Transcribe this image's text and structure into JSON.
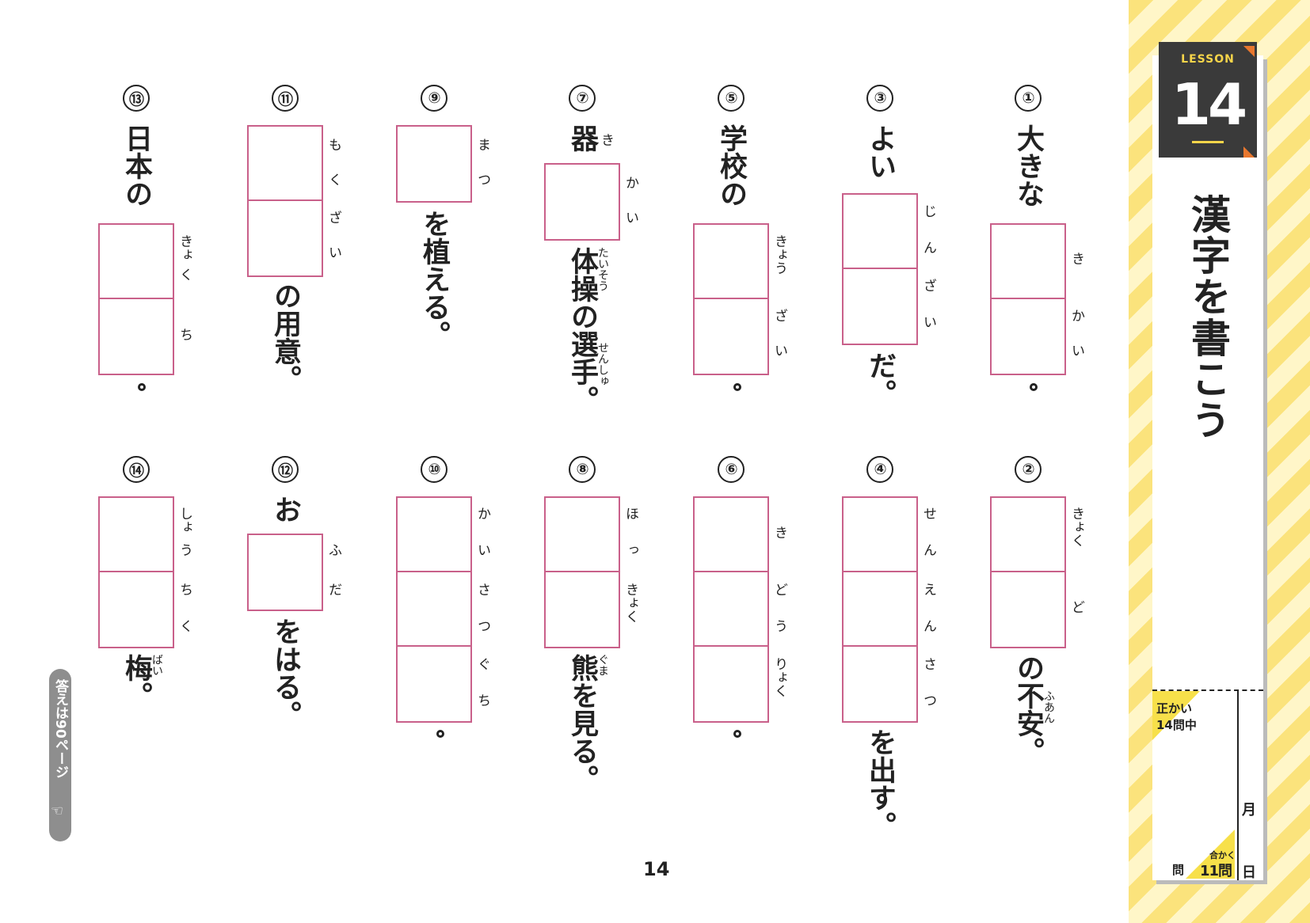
{
  "lesson": {
    "label": "LESSON",
    "number": "14"
  },
  "title": "漢字を書こう",
  "score": {
    "correct_label1": "正かい",
    "correct_label2": "14問中",
    "question_unit": "問",
    "pass_label": "合かく",
    "pass_value": "11問",
    "month": "月",
    "day": "日"
  },
  "answer_note": "答えは90ページ",
  "page_number": "14",
  "colors": {
    "box": "#c9608a",
    "stripe_yellow": "#fbe37c",
    "dark": "#3a3a3a",
    "accent": "#e8772e"
  },
  "questions": [
    {
      "num": "①",
      "pre": "大きな",
      "reading": [
        "き",
        "か",
        "い"
      ],
      "post": "。"
    },
    {
      "num": "②",
      "pre": "",
      "reading": [
        "きょく",
        "ど"
      ],
      "post": "の不安。",
      "post_furi": "ふあん"
    },
    {
      "num": "③",
      "pre": "よい",
      "reading": [
        "じ",
        "ん",
        "ざ",
        "い"
      ],
      "post": "だ。"
    },
    {
      "num": "④",
      "pre": "",
      "reading": [
        "せ",
        "ん",
        "え",
        "ん",
        "さ",
        "つ"
      ],
      "post": "を出す。"
    },
    {
      "num": "⑤",
      "pre": "学校の",
      "reading": [
        "きょう",
        "ざ",
        "い"
      ],
      "post": "。"
    },
    {
      "num": "⑥",
      "pre": "",
      "reading": [
        "き",
        "ど",
        "う",
        "りょく"
      ],
      "post": "。"
    },
    {
      "num": "⑦",
      "pre": "器",
      "pre_furi": "き",
      "reading": [
        "か",
        "い"
      ],
      "post": "体操の選手。",
      "post_furi1": "たいそう",
      "post_furi2": "せんしゅ"
    },
    {
      "num": "⑧",
      "pre": "",
      "reading": [
        "ほ",
        "っ",
        "きょく"
      ],
      "post": "熊を見る。",
      "post_furi": "ぐま"
    },
    {
      "num": "⑨",
      "pre": "",
      "reading": [
        "ま",
        "つ"
      ],
      "post": "を植える。"
    },
    {
      "num": "⑩",
      "pre": "",
      "reading": [
        "か",
        "い",
        "さ",
        "つ",
        "ぐ",
        "ち"
      ],
      "post": "。"
    },
    {
      "num": "⑪",
      "pre": "",
      "reading": [
        "も",
        "く",
        "ざ",
        "い"
      ],
      "post": "の用意。"
    },
    {
      "num": "⑫",
      "pre": "お",
      "reading": [
        "ふ",
        "だ"
      ],
      "post": "をはる。"
    },
    {
      "num": "⑬",
      "pre": "日本の",
      "reading": [
        "きょ",
        "く",
        "ち"
      ],
      "post": "。"
    },
    {
      "num": "⑭",
      "pre": "",
      "reading": [
        "しょ",
        "う",
        "ち",
        "く"
      ],
      "post": "梅。",
      "post_furi": "ばい"
    }
  ]
}
